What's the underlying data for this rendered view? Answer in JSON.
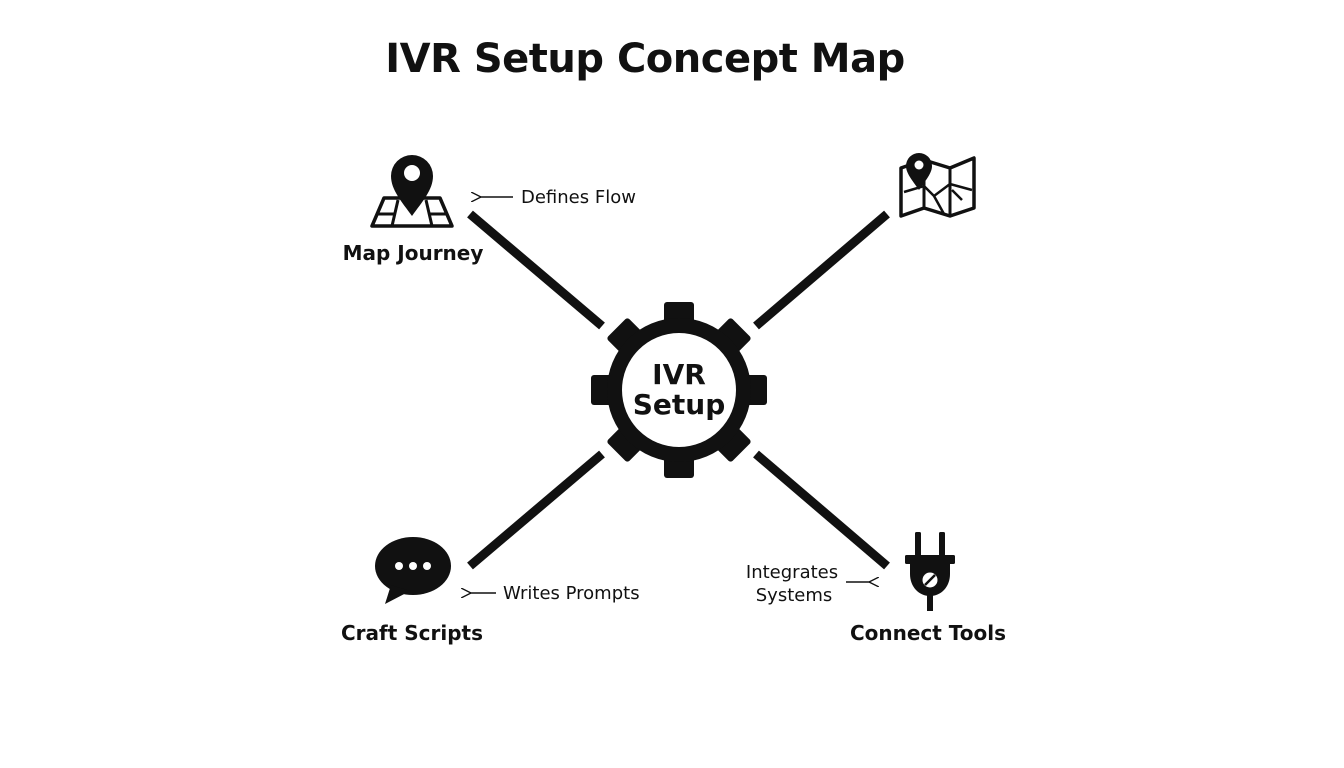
{
  "title": "IVR Setup Concept Map",
  "center": {
    "label_line1": "IVR",
    "label_line2": "Setup",
    "icon": "gear-icon"
  },
  "nodes": [
    {
      "id": "map-journey",
      "label": "Map Journey",
      "icon": "location-map-icon"
    },
    {
      "id": "top-right",
      "label": "",
      "icon": "folded-map-icon"
    },
    {
      "id": "craft-scripts",
      "label": "Craft Scripts",
      "icon": "speech-bubble-icon"
    },
    {
      "id": "connect-tools",
      "label": "Connect Tools",
      "icon": "plug-icon"
    }
  ],
  "edge_labels": {
    "map_journey": "Defines Flow",
    "craft_scripts": "Writes Prompts",
    "connect_tools_line1": "Integrates",
    "connect_tools_line2": "Systems"
  },
  "colors": {
    "ink": "#111111",
    "background": "#ffffff"
  }
}
